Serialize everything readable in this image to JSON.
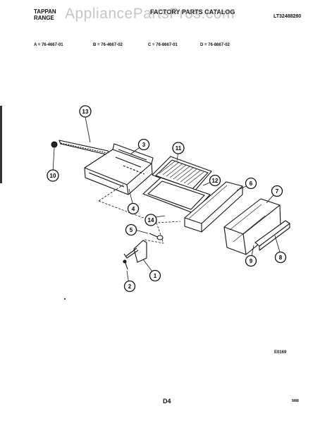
{
  "header": {
    "brand_line1": "TAPPAN",
    "brand_line2": "RANGE",
    "catalog_title": "FACTORY PARTS CATALOG",
    "catalog_code": "LT32488280",
    "watermark": "AppliancePartsPros.com"
  },
  "models": [
    "A = 76-4667-01",
    "B = 76-4667-02",
    "C = 76-8667-01",
    "D = 76-8667-02"
  ],
  "diagram": {
    "callouts": [
      "13",
      "3",
      "11",
      "10",
      "12",
      "6",
      "7",
      "4",
      "14",
      "5",
      "1",
      "2",
      "9",
      "8"
    ],
    "diagram_code": "E0169"
  },
  "footer": {
    "page": "D4",
    "date": "9/88"
  }
}
